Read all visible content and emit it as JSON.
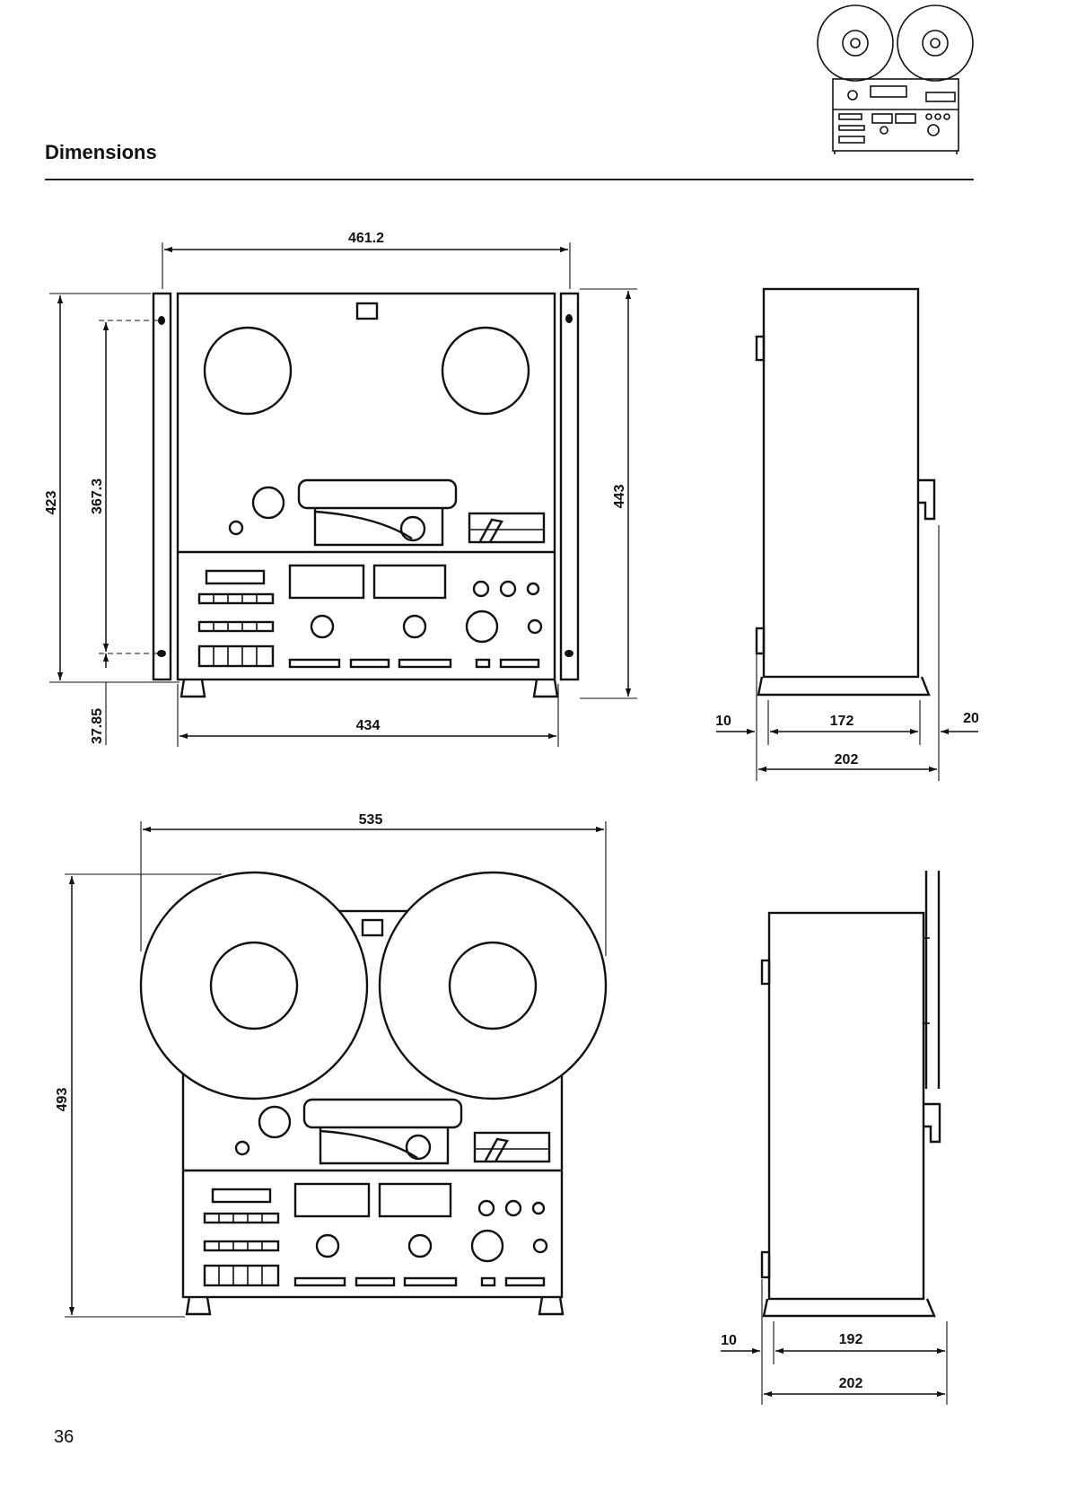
{
  "page": {
    "title": "Dimensions",
    "page_number": "36"
  },
  "views": {
    "front_without_reels": {
      "overall_width": "461.2",
      "body_width": "434",
      "height_without_handles": "423",
      "rail_hole_spacing": "367.3",
      "foot_offset": "37.85",
      "height_with_handles": "443"
    },
    "side_without_reels": {
      "front_offset": "10",
      "body_depth": "172",
      "rear_offset": "20",
      "total_depth": "202"
    },
    "front_with_reels": {
      "overall_width": "535",
      "height": "493"
    },
    "side_with_reels": {
      "front_offset": "10",
      "body_depth": "192",
      "total_depth": "202"
    }
  }
}
